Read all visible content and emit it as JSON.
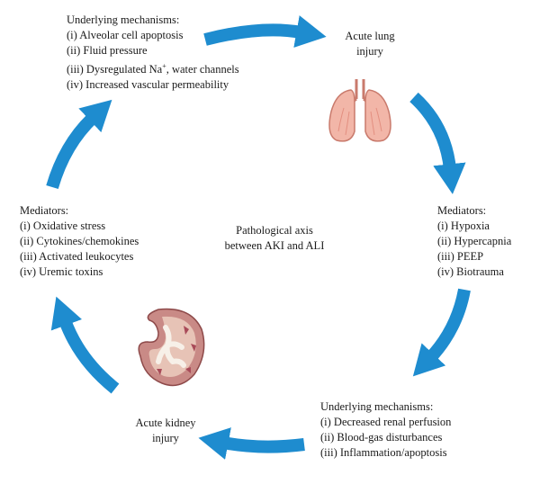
{
  "center": {
    "line1": "Pathological axis",
    "line2": "between AKI and ALI"
  },
  "lung": {
    "label_line1": "Acute lung",
    "label_line2": "injury",
    "mediators_title": "Mediators:",
    "mediators": [
      "(i) Hypoxia",
      "(ii) Hypercapnia",
      "(iii) PEEP",
      "(iv) Biotrauma"
    ],
    "mechanisms_title": "Underlying mechanisms:",
    "mechanisms": [
      "(i) Decreased renal perfusion",
      "(ii) Blood-gas disturbances",
      "(iii) Inflammation/apoptosis"
    ]
  },
  "kidney": {
    "label_line1": "Acute kidney",
    "label_line2": "injury",
    "mediators_title": "Mediators:",
    "mediators": [
      "(i) Oxidative stress",
      "(ii) Cytokines/chemokines",
      "(iii) Activated leukocytes",
      "(iv) Uremic toxins"
    ],
    "mechanisms_title": "Underlying mechanisms:",
    "mechanisms": [
      "(i) Alveolar cell apoptosis",
      "(ii) Fluid pressure",
      "(iii) Dysregulated Na",
      "(iv) Increased vascular permeability"
    ],
    "mechanism3_sup": "+",
    "mechanism3_tail": ", water channels"
  },
  "colors": {
    "arrow": "#1e8ccf",
    "lung_fill": "#f2b6a8",
    "lung_stroke": "#c97a6c",
    "kidney_fill": "#c98a86",
    "kidney_dark": "#a84a58"
  }
}
